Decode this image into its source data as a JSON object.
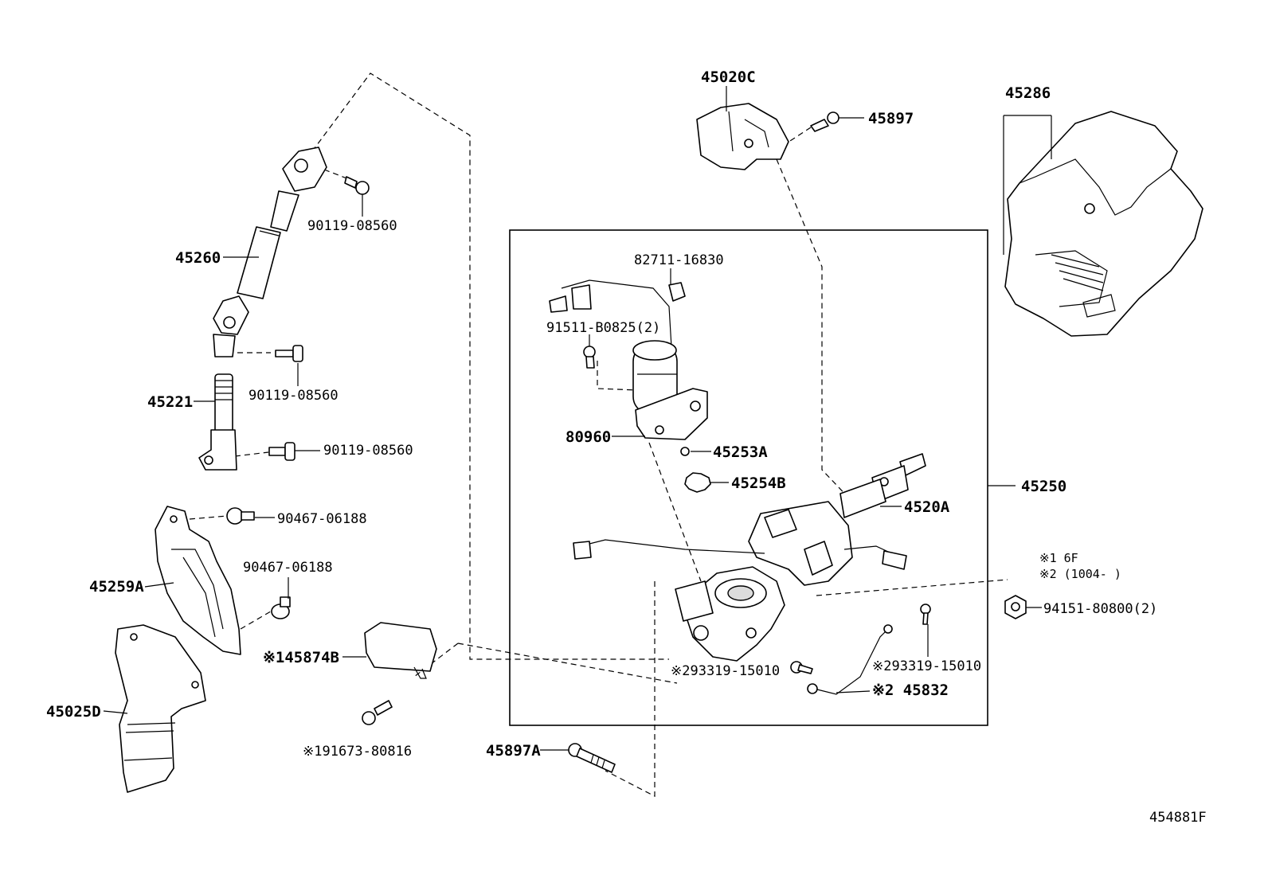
{
  "diagram": {
    "labels": {
      "p45020C": "45020C",
      "p45897": "45897",
      "p45286": "45286",
      "p90119_a": "90119-08560",
      "p45260": "45260",
      "p90119_b": "90119-08560",
      "p45221": "45221",
      "p90119_c": "90119-08560",
      "p90467_a": "90467-06188",
      "p90467_b": "90467-06188",
      "p45259A": "45259A",
      "p45874B": "※145874B",
      "p45025D": "45025D",
      "p91673": "※191673-80816",
      "p45897A": "45897A",
      "p82711": "82711-16830",
      "p91511": "91511-B0825(2)",
      "p80960": "80960",
      "p45253A": "45253A",
      "p45254B": "45254B",
      "p4520A": "4520A",
      "p45250": "45250",
      "p93319_a": "※293319-15010",
      "p93319_b": "※293319-15010",
      "p45832": "※2 45832",
      "p94151": "94151-80800(2)",
      "note1": "※1 6F",
      "note2": "※2 (1004-      )",
      "code": "454881F"
    }
  }
}
